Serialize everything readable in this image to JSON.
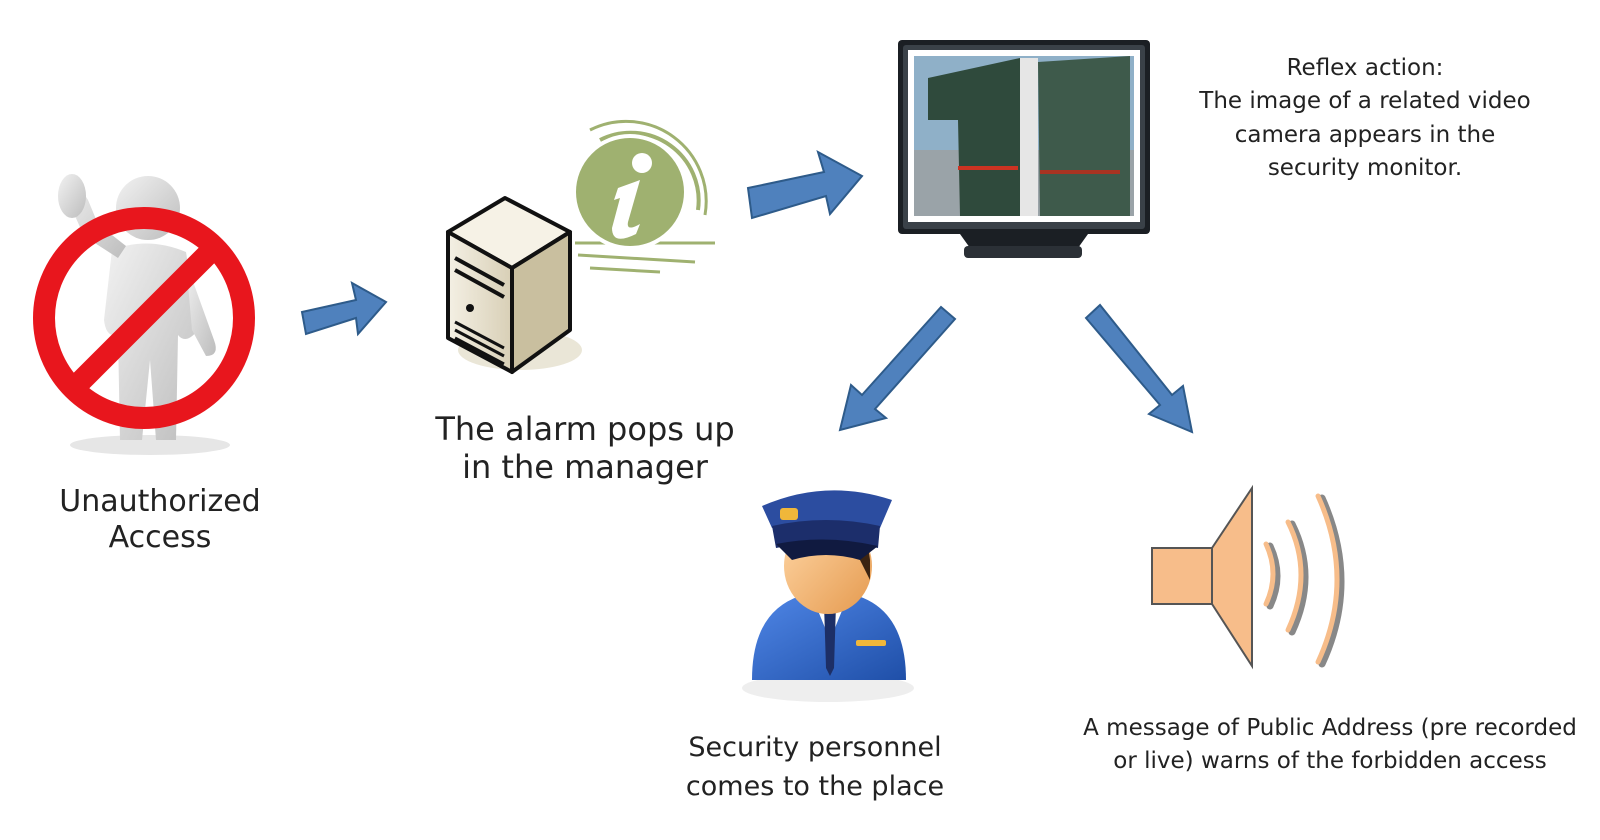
{
  "nodes": {
    "unauthorized": {
      "caption": [
        "Unauthorized",
        "Access"
      ],
      "icon": "no-entry-stop-person-icon"
    },
    "alarm": {
      "caption": [
        "The alarm pops up",
        "in the manager"
      ],
      "icon": "server-with-info-icon"
    },
    "monitor": {
      "caption": [
        "Reflex action:",
        "The image of a related video",
        "camera appears in the",
        "security monitor."
      ],
      "icon": "security-monitor-icon"
    },
    "guard": {
      "caption": [
        "Security personnel",
        "comes to the place"
      ],
      "icon": "security-guard-icon"
    },
    "public_address": {
      "caption": [
        "A message of Public Address (pre recorded",
        "or live) warns of the forbidden access"
      ],
      "icon": "speaker-icon"
    }
  },
  "colors": {
    "arrow": "#4f81bd",
    "arrow_stroke": "#2e5b8a",
    "prohibition": "#e8161d",
    "info_green": "#9fb170",
    "speaker": "#f7bd8a",
    "guard_uniform": "#2f64c8"
  }
}
